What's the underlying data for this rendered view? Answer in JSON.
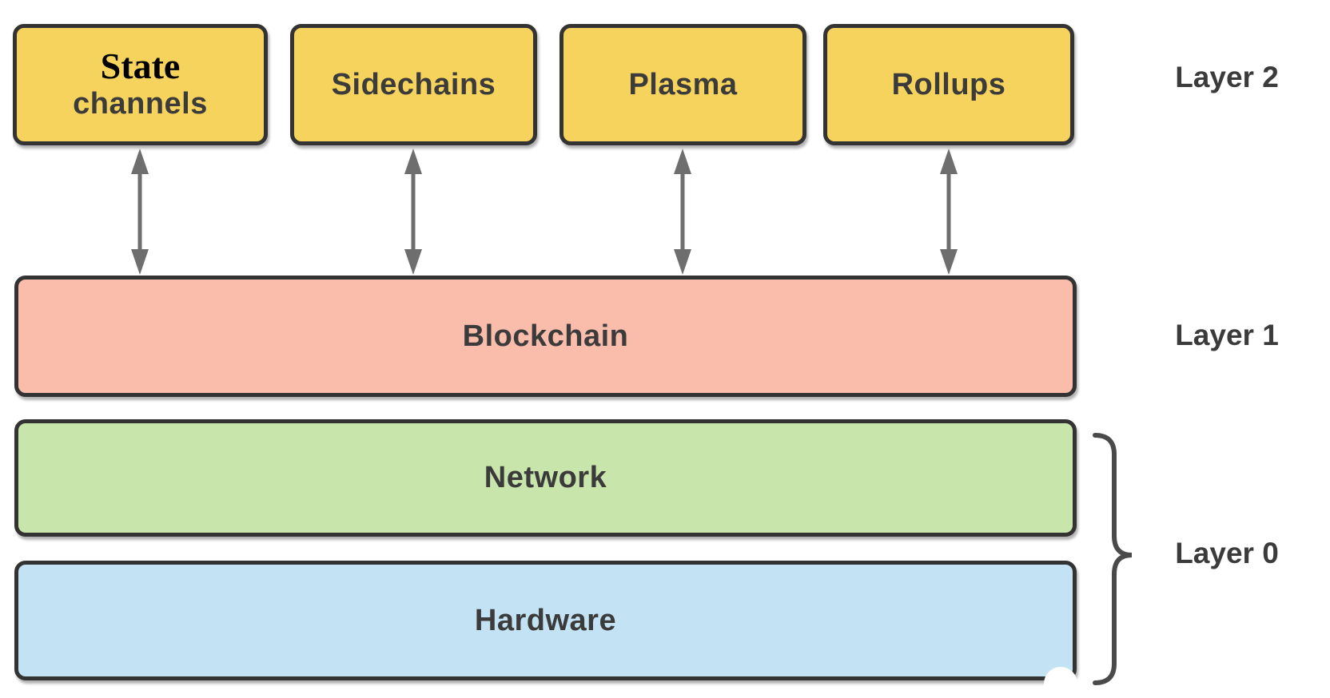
{
  "colors": {
    "yellow": "#F6D35C",
    "salmon": "#FABCAB",
    "green": "#C8E5AB",
    "blue": "#C3E2F4",
    "border": "#333333",
    "textc": "#3B3B3B",
    "arrowc": "#6E6E6E",
    "brace": "#4A4A4A"
  },
  "layer2": {
    "side_label": "Layer 2",
    "boxes": [
      {
        "name": "state-channels",
        "label_top": "State",
        "label_bottom": "channels"
      },
      {
        "name": "sidechains",
        "label": "Sidechains"
      },
      {
        "name": "plasma",
        "label": "Plasma"
      },
      {
        "name": "rollups",
        "label": "Rollups"
      }
    ]
  },
  "layer1": {
    "side_label": "Layer 1",
    "box": {
      "name": "blockchain",
      "label": "Blockchain"
    }
  },
  "layer0": {
    "side_label": "Layer 0",
    "boxes": [
      {
        "name": "network",
        "label": "Network"
      },
      {
        "name": "hardware",
        "label": "Hardware"
      }
    ]
  },
  "connectors": [
    {
      "from": "State channels",
      "to": "Blockchain",
      "type": "double-headed-arrow"
    },
    {
      "from": "Sidechains",
      "to": "Blockchain",
      "type": "double-headed-arrow"
    },
    {
      "from": "Plasma",
      "to": "Blockchain",
      "type": "double-headed-arrow"
    },
    {
      "from": "Rollups",
      "to": "Blockchain",
      "type": "double-headed-arrow"
    }
  ],
  "brace_group": {
    "label": "Layer 0",
    "contains": [
      "Network",
      "Hardware"
    ]
  }
}
